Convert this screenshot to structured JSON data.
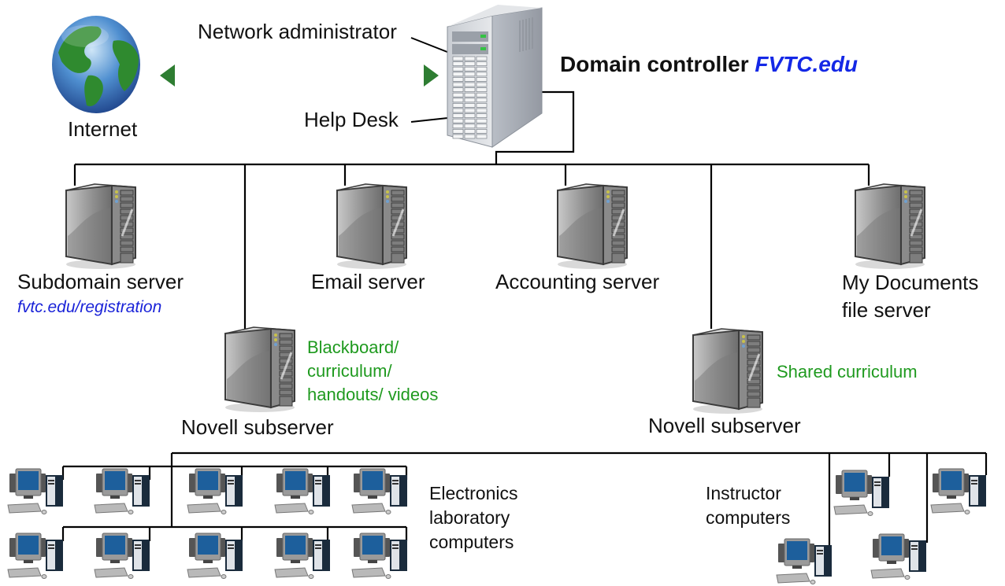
{
  "diagram": {
    "title": {
      "prefix": "Domain controller",
      "domain": "FVTC.edu"
    },
    "internet": {
      "label": "Internet",
      "icon": "globe-icon"
    },
    "link": {
      "type": "bidirectional",
      "color": "#2e7d32",
      "from": "Internet",
      "to": "Domain controller"
    },
    "domain_controller": {
      "icon": "tower-server-icon",
      "annotations": [
        {
          "label": "Network administrator",
          "points_to": "Domain controller"
        },
        {
          "label": "Help Desk",
          "points_to": "Domain controller"
        }
      ]
    },
    "servers": [
      {
        "label": "Subdomain server",
        "sublabel": "fvtc.edu/registration",
        "icon": "server-icon"
      },
      {
        "label": "Email server",
        "icon": "server-icon"
      },
      {
        "label": "Accounting server",
        "icon": "server-icon"
      },
      {
        "label": "My Documents\nfile server",
        "icon": "server-icon"
      }
    ],
    "subservers": [
      {
        "label": "Novell subserver",
        "note": "Blackboard/\ncurriculum/\nhandouts/ videos",
        "icon": "server-icon"
      },
      {
        "label": "Novell subserver",
        "note": "Shared curriculum",
        "icon": "server-icon"
      }
    ],
    "client_groups": [
      {
        "label": "Electronics\nlaboratory\ncomputers",
        "count": 10,
        "icon": "desktop-computer-icon"
      },
      {
        "label": "Instructor\ncomputers",
        "count": 4,
        "icon": "desktop-computer-icon"
      }
    ],
    "colors": {
      "wire": "#000000",
      "note_green": "#1f9a1f",
      "url_blue": "#1a23d8",
      "title_blue": "#1428e6",
      "arrow_green": "#2e7d32"
    }
  }
}
